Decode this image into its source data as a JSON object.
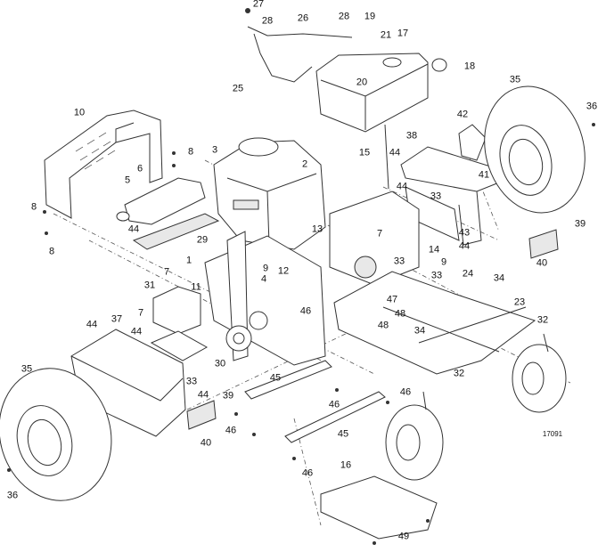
{
  "figure_number": "17091",
  "callouts": [
    "27",
    "28",
    "26",
    "28",
    "19",
    "17",
    "21",
    "18",
    "20",
    "25",
    "35",
    "36",
    "42",
    "41",
    "10",
    "3",
    "2",
    "8",
    "6",
    "5",
    "15",
    "44",
    "38",
    "44",
    "33",
    "8",
    "8",
    "44",
    "29",
    "7",
    "13",
    "14",
    "43",
    "44",
    "39",
    "40",
    "1",
    "9",
    "4",
    "12",
    "33",
    "9",
    "33",
    "24",
    "34",
    "7",
    "31",
    "11",
    "7",
    "46",
    "47",
    "48",
    "23",
    "34",
    "48",
    "32",
    "44",
    "37",
    "44",
    "30",
    "33",
    "32",
    "35",
    "45",
    "46",
    "46",
    "44",
    "39",
    "46",
    "45",
    "40",
    "46",
    "36",
    "16",
    "49"
  ]
}
